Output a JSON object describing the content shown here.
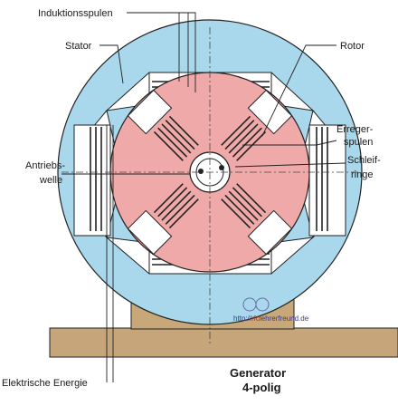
{
  "labels": {
    "induktionsspulen": "Induktionsspulen",
    "stator": "Stator",
    "rotor": "Rotor",
    "erreger_line1": "Erreger-",
    "erreger_line2": "spulen",
    "antriebs_line1": "Antriebs-",
    "antriebs_line2": "welle",
    "schleif_line1": "Schleif-",
    "schleif_line2": "ringe",
    "elektrische_energie": "Elektrische Energie"
  },
  "title": {
    "line1": "Generator",
    "line2": "4-polig"
  },
  "watermark": {
    "prefix": "http://",
    "highlight": "rfc",
    "suffix": "lehrerfreund.de"
  },
  "colors": {
    "stator_fill": "#a9d7ec",
    "rotor_fill": "#f0a9a9",
    "base_fill": "#c8a878",
    "ground_fill": "#c7a57a",
    "outline": "#222222"
  }
}
